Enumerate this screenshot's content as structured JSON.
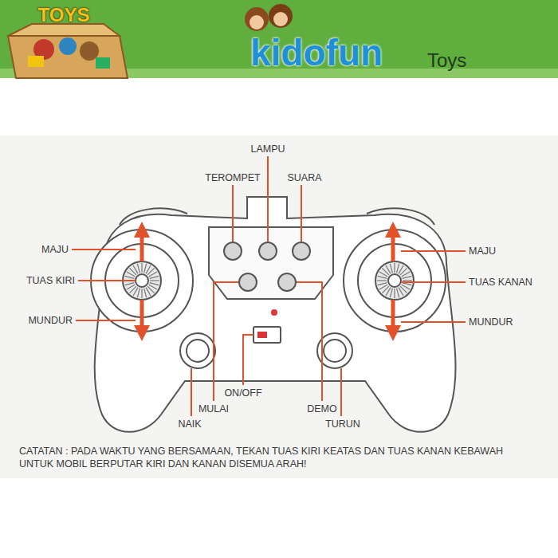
{
  "diagram": {
    "labels": [
      "kidofun",
      "Toys",
      "TOYS",
      "LAMPU",
      "TEROMPET",
      "SUARA",
      "MAJU",
      "TUAS KIRI",
      "MUNDUR",
      "MAJU",
      "TUAS KANAN",
      "MUNDUR",
      "ON/OFF",
      "MULAI",
      "NAIK",
      "DEMO",
      "TURUN",
      "CATATAN : PADA WAKTU YANG BERSAMAAN, TEKAN TUAS KIRI KEATAS DAN TUAS KANAN KEBAWAH UNTUK MOBIL BERPUTAR KIRI DAN KANAN DISEMUA ARAH!"
    ]
  }
}
